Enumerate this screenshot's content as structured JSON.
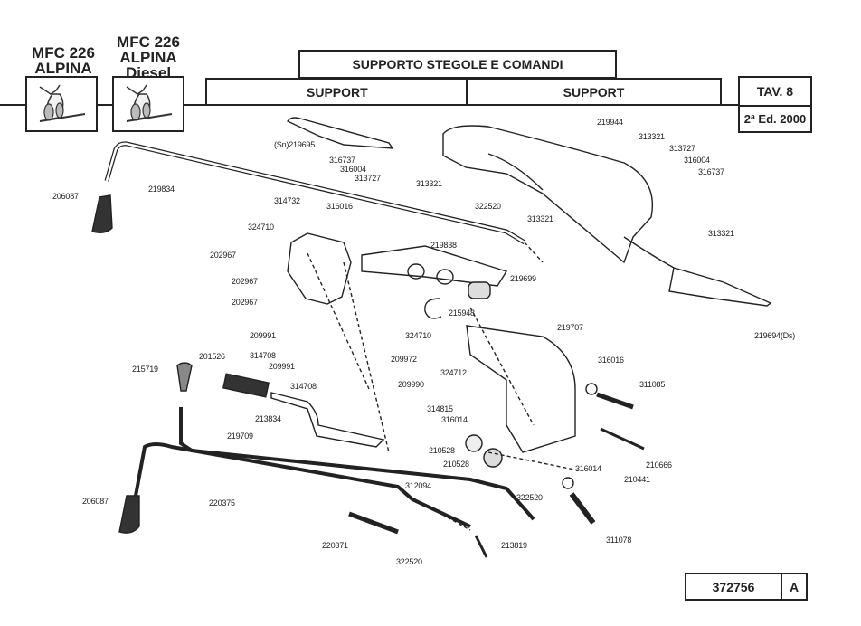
{
  "header": {
    "models": [
      {
        "line1": "MFC 226",
        "line2": "ALPINA",
        "line3": ""
      },
      {
        "line1": "MFC 226",
        "line2": "ALPINA",
        "line3": "Diesel"
      }
    ],
    "title_it": "SUPPORTO STEGOLE E COMANDI",
    "subtitle_left": "SUPPORT",
    "subtitle_right": "SUPPORT",
    "table": "TAV. 8",
    "edition": "2ª Ed. 2000"
  },
  "footer": {
    "code": "372756",
    "revision": "A"
  },
  "parts": {
    "p219695": "(Sn)219695",
    "p316737a": "316737",
    "p316004a": "316004",
    "p313727a": "313727",
    "p313321a": "313321",
    "p219944": "219944",
    "p313321b": "313321",
    "p313727b": "313727",
    "p316004b": "316004",
    "p316737b": "316737",
    "p313321c": "313321",
    "p313321d": "313321",
    "p219834": "219834",
    "p206087a": "206087",
    "p314732": "314732",
    "p316016a": "316016",
    "p324710a": "324710",
    "p202967a": "202967",
    "p202967b": "202967",
    "p202967c": "202967",
    "p322520a": "322520",
    "p219838": "219838",
    "p219699": "219699",
    "p215948": "215948",
    "p324710b": "324710",
    "p209991a": "209991",
    "p314708a": "314708",
    "p209991b": "209991",
    "p314708b": "314708",
    "p209972": "209972",
    "p209990": "209990",
    "p201526": "201526",
    "p215719": "215719",
    "p213834": "213834",
    "p219707": "219707",
    "p324712": "324712",
    "p316016b": "316016",
    "p311085": "311085",
    "p314815": "314815",
    "p316014a": "316014",
    "p210528a": "210528",
    "p210528b": "210528",
    "p210666": "210666",
    "p210441": "210441",
    "p316014b": "316014",
    "p219709": "219709",
    "p220375": "220375",
    "p206087b": "206087",
    "p312094": "312094",
    "p322520b": "322520",
    "p220371": "220371",
    "p322520c": "322520",
    "p213819": "213819",
    "p311078": "311078",
    "p219694": "219694(Ds)"
  }
}
